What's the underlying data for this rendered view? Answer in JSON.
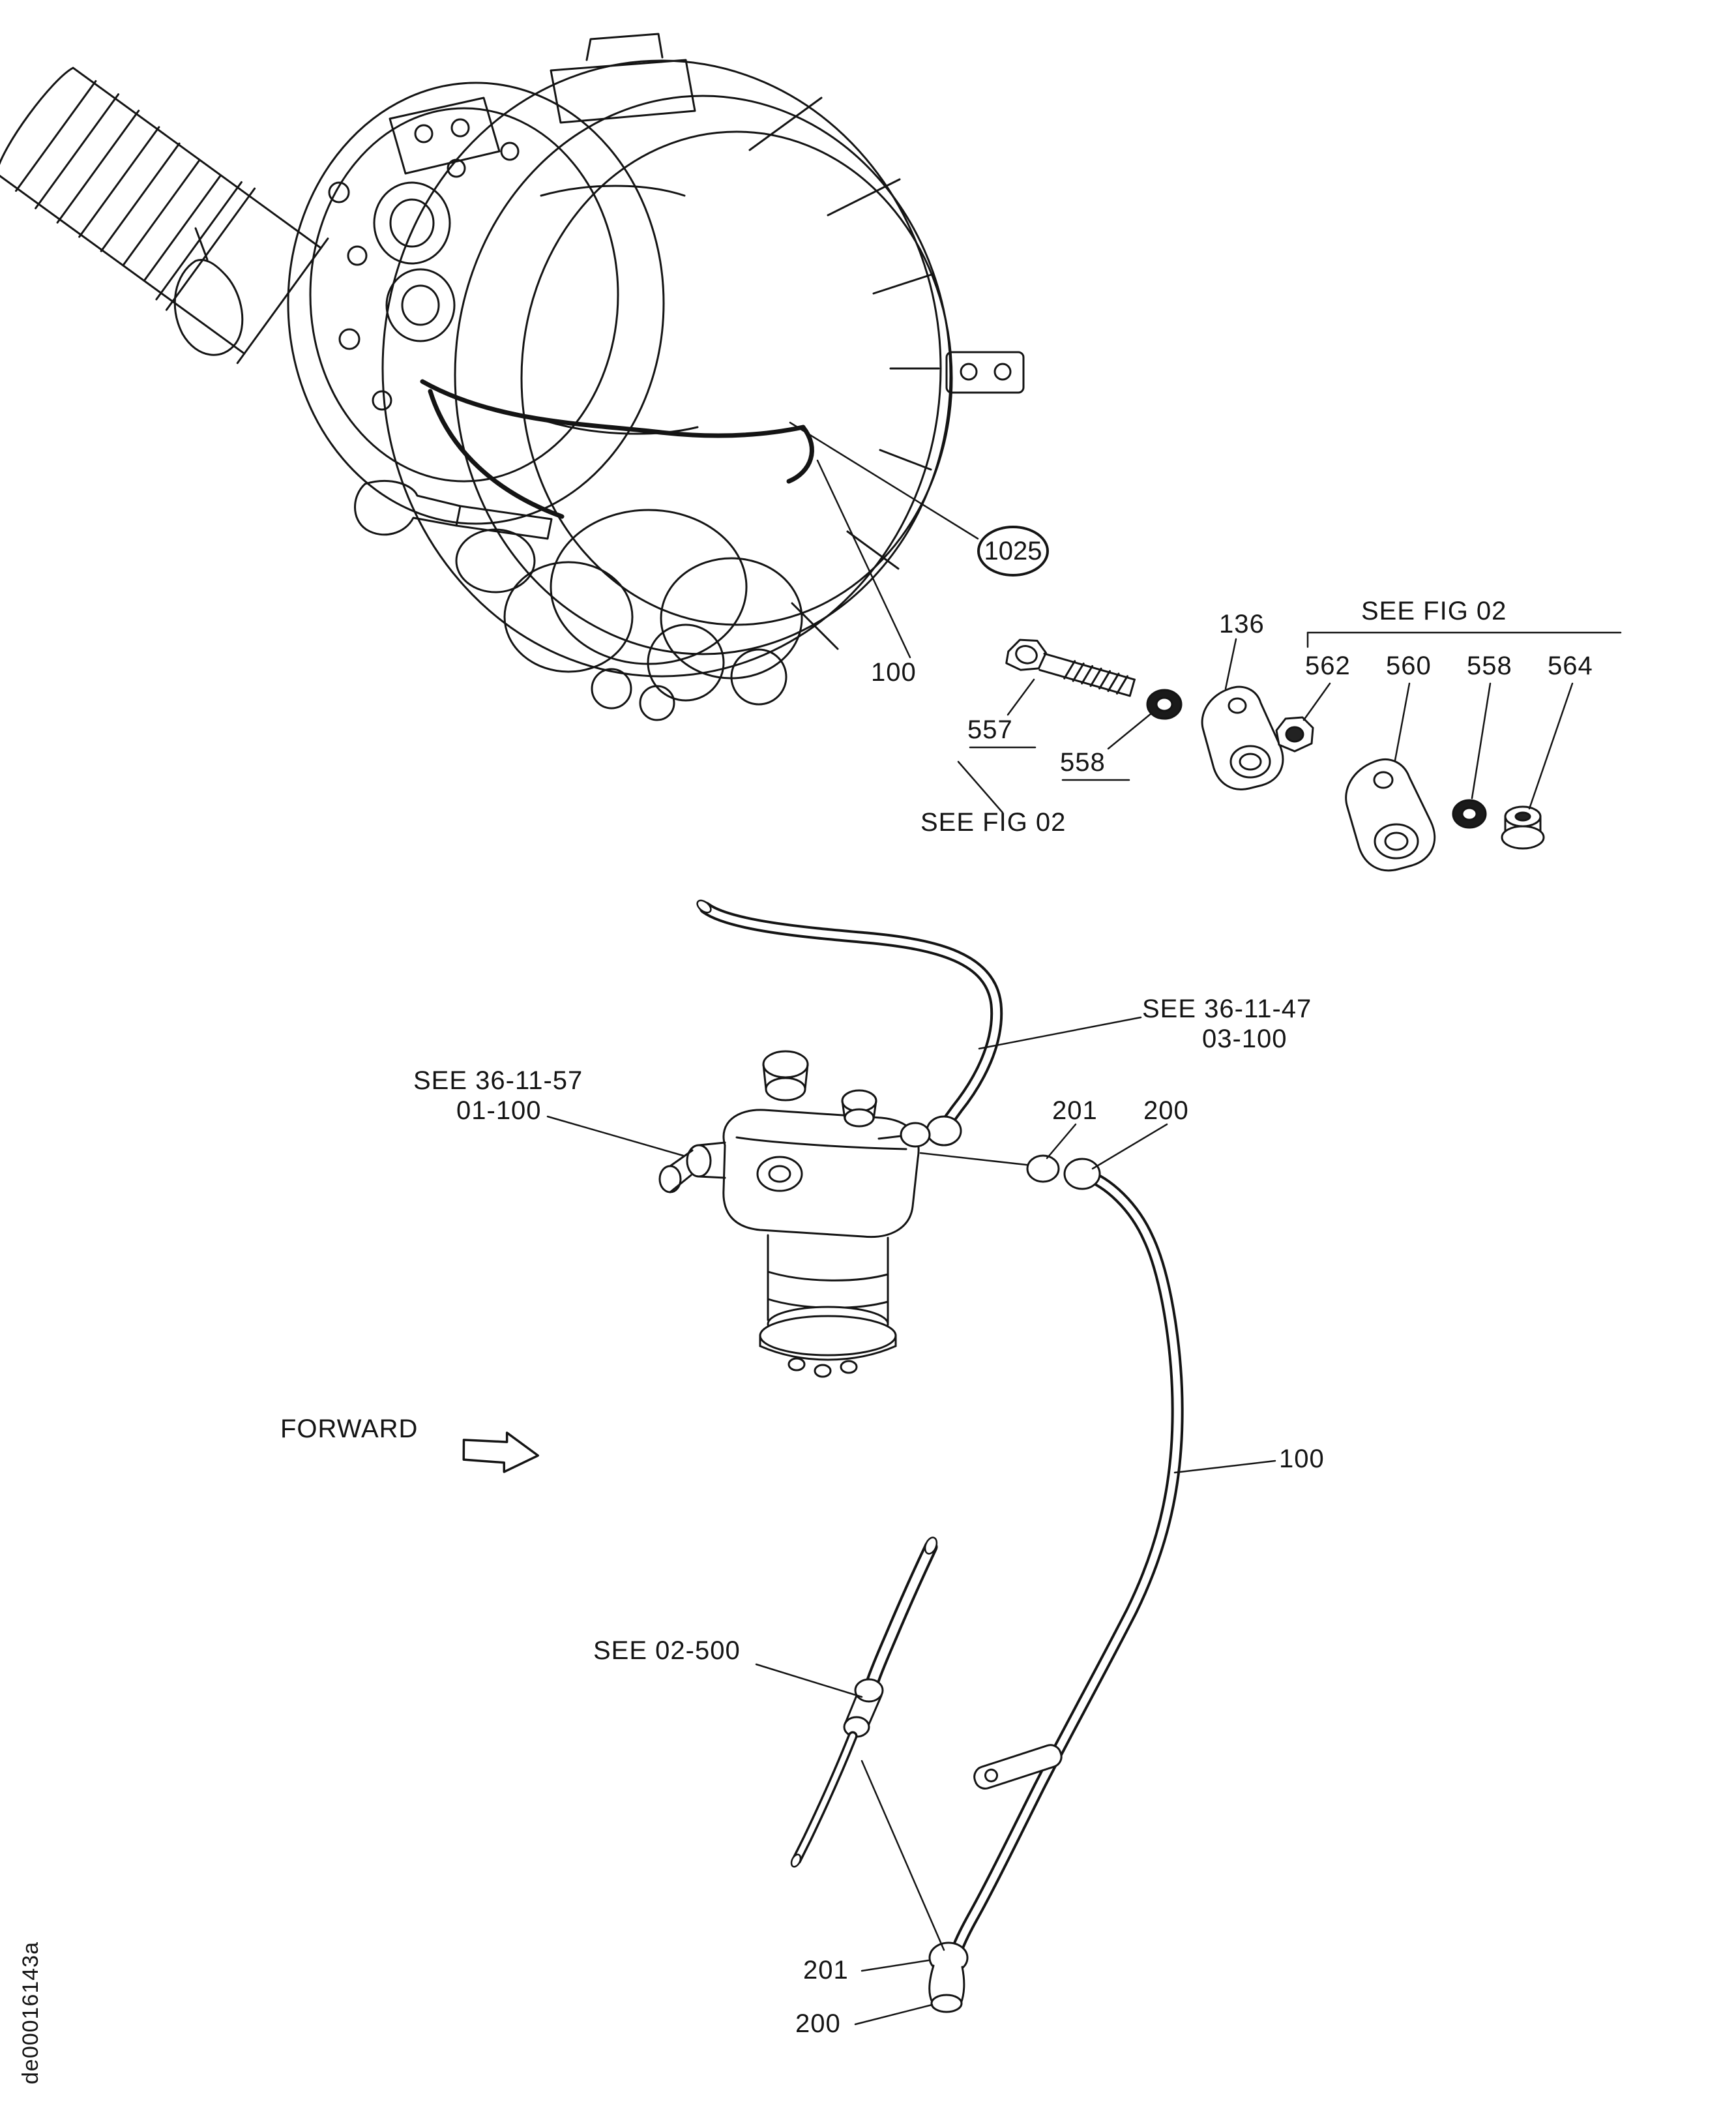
{
  "figure": {
    "doc_id": "de00016143a",
    "forward_label": "FORWARD"
  },
  "callouts": {
    "c1025": "1025",
    "c100_engine": "100",
    "c557": "557",
    "c558_left": "558",
    "see_fig_02_left": "SEE FIG 02",
    "c136": "136",
    "see_fig_02_right": "SEE FIG 02",
    "c562": "562",
    "c560": "560",
    "c558_right": "558",
    "c564": "564",
    "see_36_11_47": "SEE 36-11-47",
    "ref_03_100": "03-100",
    "see_36_11_57": "SEE 36-11-57",
    "ref_01_100": "01-100",
    "c201_mid": "201",
    "c200_mid": "200",
    "c100_pipe": "100",
    "see_02_500": "SEE 02-500",
    "c201_bottom": "201",
    "c200_bottom": "200"
  },
  "style": {
    "ink_color": "#141414",
    "paper_color": "#ffffff"
  }
}
